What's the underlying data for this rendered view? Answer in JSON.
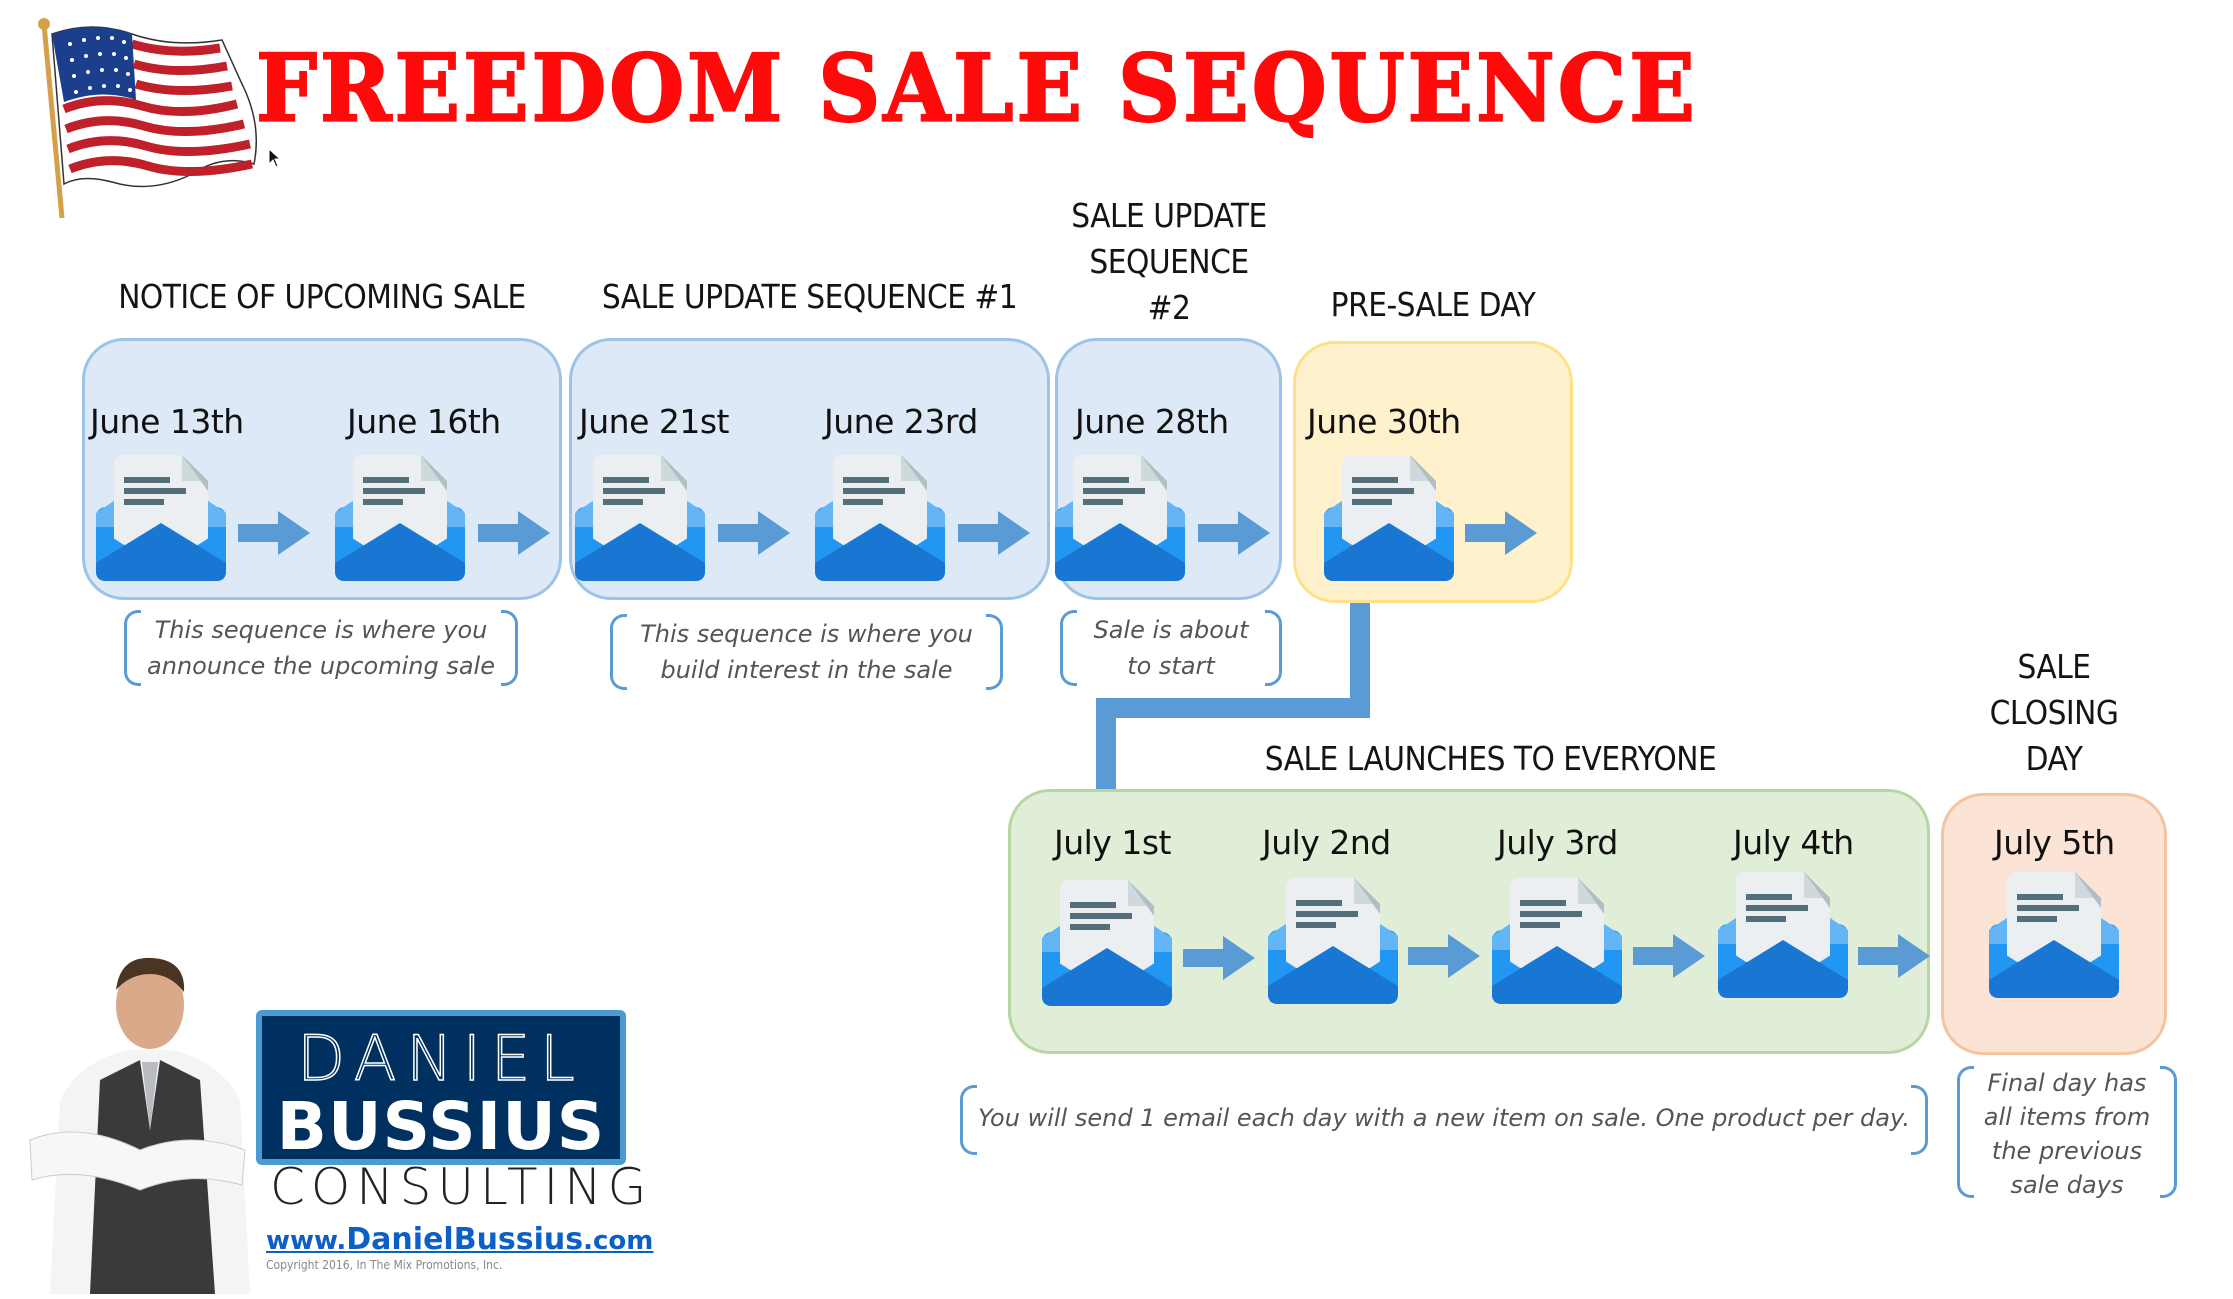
{
  "header": {
    "title": "FREEDOM SALE SEQUENCE",
    "flag_icon": "us-flag-icon"
  },
  "colors": {
    "title_red": "#ff0a0a",
    "blue_box_fill": "#dde9f6",
    "blue_box_border": "#9dc3e6",
    "yellow_box_fill": "#fff1cc",
    "yellow_box_border": "#ffe08a",
    "green_box_fill": "#e1eed7",
    "green_box_border": "#b7d7a2",
    "peach_box_fill": "#fbe3d5",
    "peach_box_border": "#f5c3a0",
    "arrow": "#5b9bd5",
    "envelope_dark": "#1976d2",
    "envelope_mid": "#2196f3",
    "envelope_light": "#64b5f6",
    "letter": "#eceff1",
    "letter_lines": "#546e7a"
  },
  "phases": [
    {
      "id": "notice",
      "label": "NOTICE OF UPCOMING SALE",
      "color": "blue",
      "dates": [
        "June 13th",
        "June 16th"
      ],
      "caption_lines": [
        "This sequence is where you",
        "announce the upcoming sale"
      ]
    },
    {
      "id": "update1",
      "label": "SALE UPDATE SEQUENCE #1",
      "color": "blue",
      "dates": [
        "June 21st",
        "June 23rd"
      ],
      "caption_lines": [
        "This sequence is where you",
        "build interest in the sale"
      ]
    },
    {
      "id": "update2",
      "label_lines": [
        "SALE UPDATE",
        "SEQUENCE",
        "#2"
      ],
      "color": "blue",
      "dates": [
        "June 28th"
      ],
      "caption_lines": [
        "Sale is about",
        "to start"
      ]
    },
    {
      "id": "presale",
      "label": "PRE-SALE DAY",
      "color": "yellow",
      "dates": [
        "June 30th"
      ]
    },
    {
      "id": "launch",
      "label": "SALE LAUNCHES TO EVERYONE",
      "color": "green",
      "dates": [
        "July 1st",
        "July 2nd",
        "July 3rd",
        "July 4th"
      ],
      "caption": "You will send 1 email each day with a new item on sale.  One product per day."
    },
    {
      "id": "closing",
      "label_lines": [
        "SALE",
        "CLOSING",
        "DAY"
      ],
      "color": "peach",
      "dates": [
        "July 5th"
      ],
      "caption_lines": [
        "Final day has",
        "all items from",
        "the previous",
        "sale days"
      ]
    }
  ],
  "branding": {
    "logo_line1": "DANIEL",
    "logo_line2": "BUSSIUS",
    "logo_line3": "CONSULTING",
    "url_prefix": "www.",
    "url_name": "DanielBussius",
    "url_suffix": ".com",
    "copyright": "Copyright 2016, In The Mix Promotions, Inc."
  }
}
